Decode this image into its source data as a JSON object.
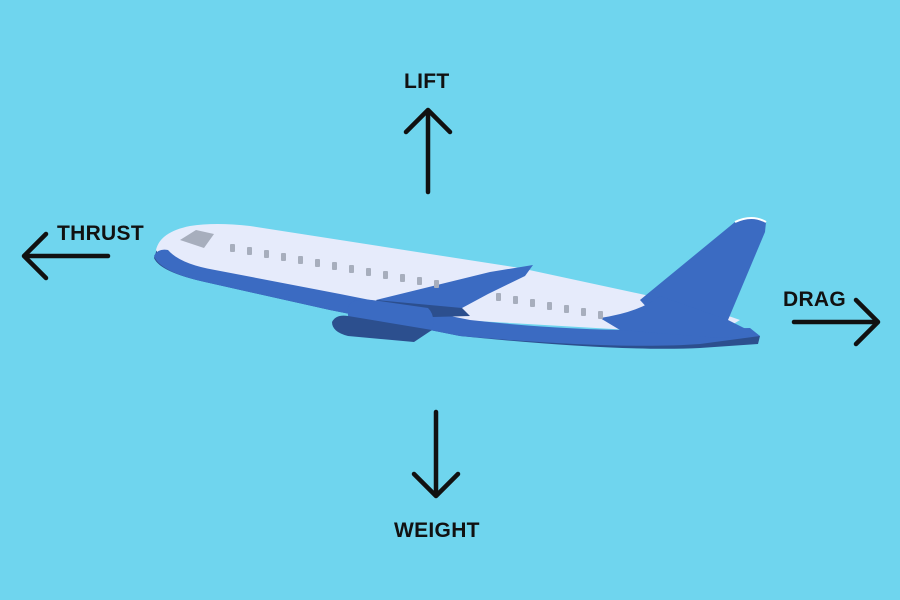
{
  "colors": {
    "background": "#6fd5ee",
    "fuselage_light": "#e6ebfb",
    "fuselage_blue": "#3b6bc2",
    "fuselage_dark": "#2c4f8e",
    "window": "#a7aebd",
    "arrow": "#111111"
  },
  "forces": {
    "lift": {
      "label": "LIFT",
      "direction": "up"
    },
    "thrust": {
      "label": "THRUST",
      "direction": "left"
    },
    "drag": {
      "label": "DRAG",
      "direction": "right"
    },
    "weight": {
      "label": "WEIGHT",
      "direction": "down"
    }
  },
  "icons": {
    "airplane": "airplane-icon",
    "arrows": [
      "arrow-up-icon",
      "arrow-left-icon",
      "arrow-right-icon",
      "arrow-down-icon"
    ]
  }
}
